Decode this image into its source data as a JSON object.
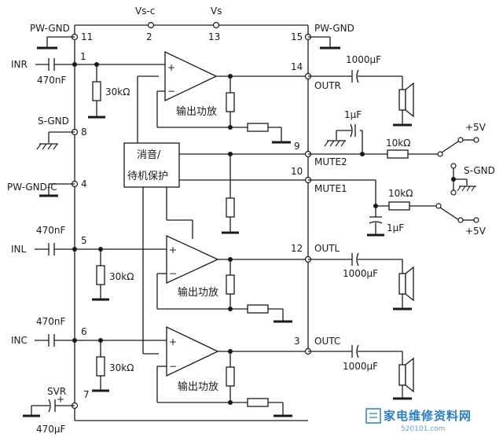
{
  "pins": {
    "p11": "11",
    "p2": "2",
    "p13": "13",
    "p15": "15",
    "p1": "1",
    "p14": "14",
    "p8": "8",
    "p9": "9",
    "p10": "10",
    "p4": "4",
    "p5": "5",
    "p12": "12",
    "p6": "6",
    "p3": "3",
    "p7": "7"
  },
  "labels": {
    "vs_c": "Vs-c",
    "vs": "Vs",
    "pw_gnd_left": "PW-GND",
    "pw_gnd_right": "PW-GND",
    "inr": "INR",
    "inl": "INL",
    "inc": "INC",
    "s_gnd_left": "S-GND",
    "s_gnd_right": "S-GND",
    "pw_gnd_c": "PW-GND-C",
    "svr": "SVR",
    "outr": "OUTR",
    "outl": "OUTL",
    "outc": "OUTC",
    "mute2": "MUTE2",
    "mute1": "MUTE1",
    "plus5v_top": "+5V",
    "plus5v_bottom": "+5V"
  },
  "components": {
    "c_inr": "470nF",
    "c_inl": "470nF",
    "c_inc": "470nF",
    "c_svr": "470μF",
    "r_inr": "30kΩ",
    "r_inl": "30kΩ",
    "r_inc": "30kΩ",
    "c_outr": "1000μF",
    "c_outl": "1000μF",
    "c_outc": "1000μF",
    "c_mute2": "1μF",
    "c_mute1": "1μF",
    "r_mute2": "10kΩ",
    "r_mute1": "10kΩ"
  },
  "blocks": {
    "amp_r": "输出功放",
    "amp_l": "输出功放",
    "amp_c": "输出功放",
    "mute_line1": "消音/",
    "mute_line2": "待机保护"
  },
  "watermark": {
    "cn": "家电维修资料网",
    "url": "520101.com"
  }
}
